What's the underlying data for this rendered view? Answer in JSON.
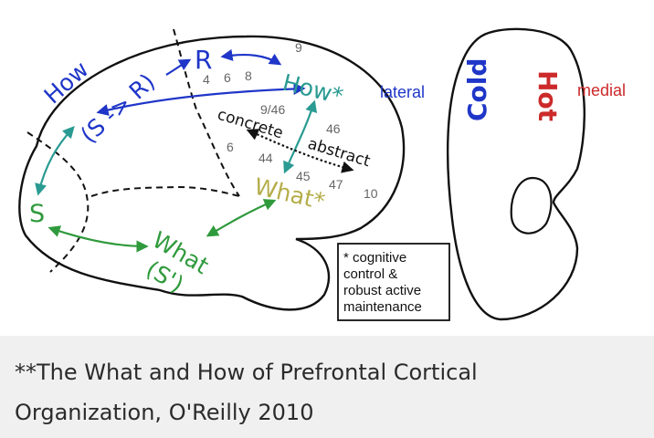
{
  "colors": {
    "blue": "#1f36c8",
    "teal": "#2a9b92",
    "green": "#2f9a3c",
    "olive": "#b5ad4a",
    "red": "#cc2a2a",
    "outline": "#111111",
    "gray": "#666666"
  },
  "labels": {
    "how_sr_line1": "How",
    "how_sr_line2": "(S -> R)",
    "r": "R",
    "how_star": "How*",
    "s": "S",
    "what_s_line1": "What",
    "what_s_line2": "(S')",
    "what_star": "What*",
    "concrete": "concrete",
    "abstract": "abstract",
    "lateral": "lateral",
    "medial": "medial",
    "cold": "Cold",
    "hot": "Hot"
  },
  "areas": {
    "a4": "4",
    "a6_top": "6",
    "a8": "8",
    "a9": "9",
    "a946": "9/46",
    "a46": "46",
    "a6_mid": "6",
    "a44": "44",
    "a45": "45",
    "a47": "47",
    "a10": "10"
  },
  "note": {
    "line1": "* cognitive",
    "line2": "control &",
    "line3": "robust active",
    "line4": "maintenance"
  },
  "caption": {
    "line1": "**The What and How of Prefrontal Cortical",
    "line2": "Organization, O'Reilly 2010"
  }
}
